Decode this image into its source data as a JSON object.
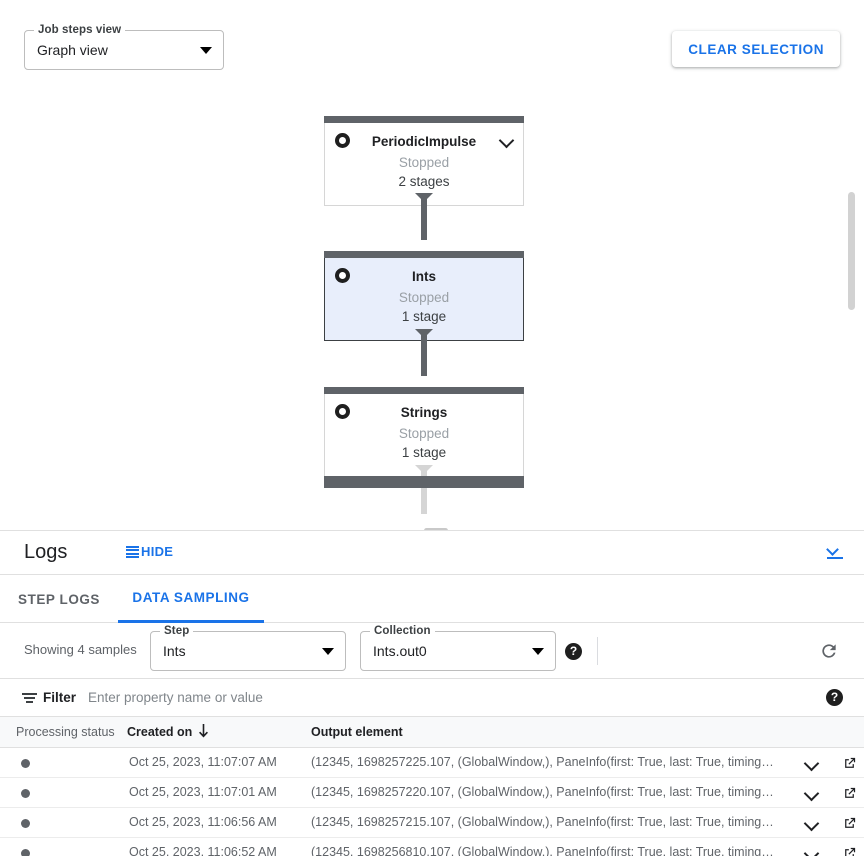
{
  "graph": {
    "view_select": {
      "label": "Job steps view",
      "value": "Graph view"
    },
    "clear_selection_label": "CLEAR SELECTION",
    "nodes": [
      {
        "name": "PeriodicImpulse",
        "status": "Stopped",
        "stages": "2 stages",
        "selected": false,
        "has_caret": true
      },
      {
        "name": "Ints",
        "status": "Stopped",
        "stages": "1 stage",
        "selected": true,
        "has_caret": false
      },
      {
        "name": "Strings",
        "status": "Stopped",
        "stages": "1 stage",
        "selected": false,
        "has_caret": false
      }
    ]
  },
  "logs": {
    "title": "Logs",
    "hide_label": "HIDE",
    "tabs": [
      {
        "label": "STEP LOGS",
        "active": false
      },
      {
        "label": "DATA SAMPLING",
        "active": true
      }
    ],
    "sampling": {
      "showing_text": "Showing 4 samples",
      "step_select": {
        "label": "Step",
        "value": "Ints"
      },
      "collection_select": {
        "label": "Collection",
        "value": "Ints.out0"
      },
      "help_glyph": "?"
    },
    "filter": {
      "label": "Filter",
      "placeholder": "Enter property name or value",
      "value": "",
      "help_glyph": "?"
    },
    "table": {
      "columns": [
        "Processing status",
        "Created on",
        "Output element"
      ],
      "sorted_column": "Created on",
      "sort_direction": "desc",
      "rows": [
        {
          "status": "",
          "created_on": "Oct 25, 2023, 11:07:07 AM",
          "output_element": "(12345, 1698257225.107, (GlobalWindow,), PaneInfo(first: True, last: True, timing…"
        },
        {
          "status": "",
          "created_on": "Oct 25, 2023, 11:07:01 AM",
          "output_element": "(12345, 1698257220.107, (GlobalWindow,), PaneInfo(first: True, last: True, timing…"
        },
        {
          "status": "",
          "created_on": "Oct 25, 2023, 11:06:56 AM",
          "output_element": "(12345, 1698257215.107, (GlobalWindow,), PaneInfo(first: True, last: True, timing…"
        },
        {
          "status": "",
          "created_on": "Oct 25, 2023, 11:06:52 AM",
          "output_element": "(12345, 1698256810.107, (GlobalWindow,), PaneInfo(first: True, last: True, timing…"
        }
      ]
    }
  },
  "colors": {
    "accent_blue": "#1a73e8",
    "node_bar": "#5f6368",
    "selected_node_bg": "#e8eefb",
    "text_primary": "#202124",
    "text_secondary": "#5f6368"
  }
}
